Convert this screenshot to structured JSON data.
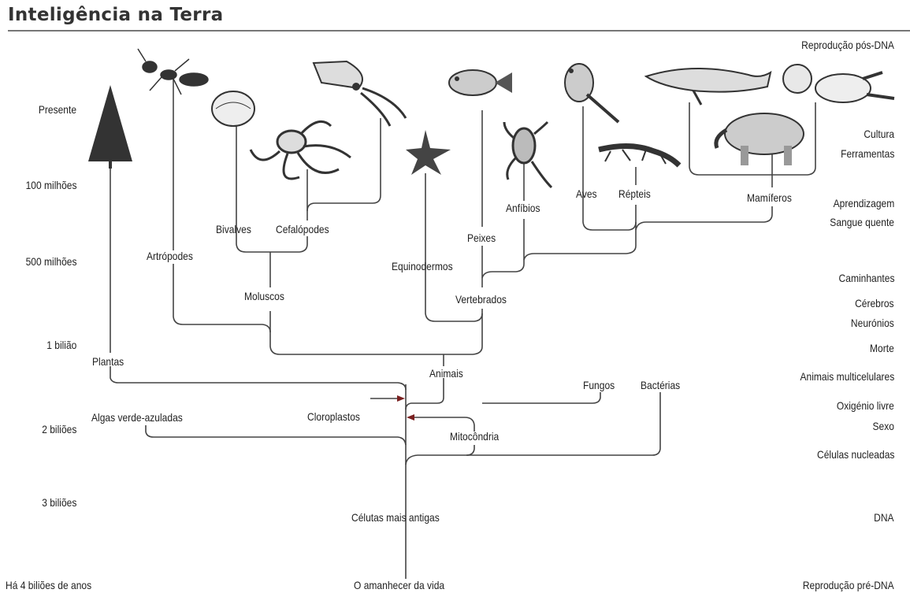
{
  "title": "Inteligência na Terra",
  "time_axis": {
    "present": "Presente",
    "m100": "100 milhões",
    "m500": "500 milhões",
    "b1": "1 bilião",
    "b2": "2 biliões",
    "b3": "3 biliões",
    "b4": "Há 4 biliões de anos"
  },
  "milestones": {
    "reproducao_pos_dna": "Reprodução pós-DNA",
    "cultura": "Cultura",
    "ferramentas": "Ferramentas",
    "aprendizagem": "Aprendizagem",
    "sangue_quente": "Sangue quente",
    "caminhantes": "Caminhantes",
    "cerebros": "Cérebros",
    "neuronios": "Neurónios",
    "morte": "Morte",
    "animais_multicelulares": "Animais multicelulares",
    "oxigenio_livre": "Oxigénio livre",
    "sexo": "Sexo",
    "celulas_nucleadas": "Células nucleadas",
    "dna": "DNA",
    "reproducao_pre_dna": "Reprodução pré-DNA"
  },
  "branches": {
    "plantas": "Plantas",
    "artropodes": "Artrópodes",
    "bivalves": "Bivalves",
    "cefalopodes": "Cefalópodes",
    "moluscos": "Moluscos",
    "equinodermos": "Equinodermos",
    "peixes": "Peixes",
    "anfibios": "Anfíbios",
    "aves": "Aves",
    "repteis": "Répteis",
    "mamiferos": "Mamíferos",
    "vertebrados": "Vertebrados",
    "animais": "Animais",
    "fungos": "Fungos",
    "bacterias": "Bactérias",
    "algas": "Algas verde-azuladas",
    "cloroplastos": "Cloroplastos",
    "mitocondria": "Mitocôndria",
    "celulas_antigas": "Célutas mais antigas",
    "amanhecer": "O amanhecer da vida"
  },
  "illustrations": [
    "pine-tree-icon",
    "ant-icon",
    "clam-icon",
    "octopus-icon",
    "squid-icon",
    "starfish-icon",
    "fish-icon",
    "frog-icon",
    "parrot-icon",
    "lizard-icon",
    "whale-icon",
    "elephant-icon",
    "baby-icon"
  ]
}
